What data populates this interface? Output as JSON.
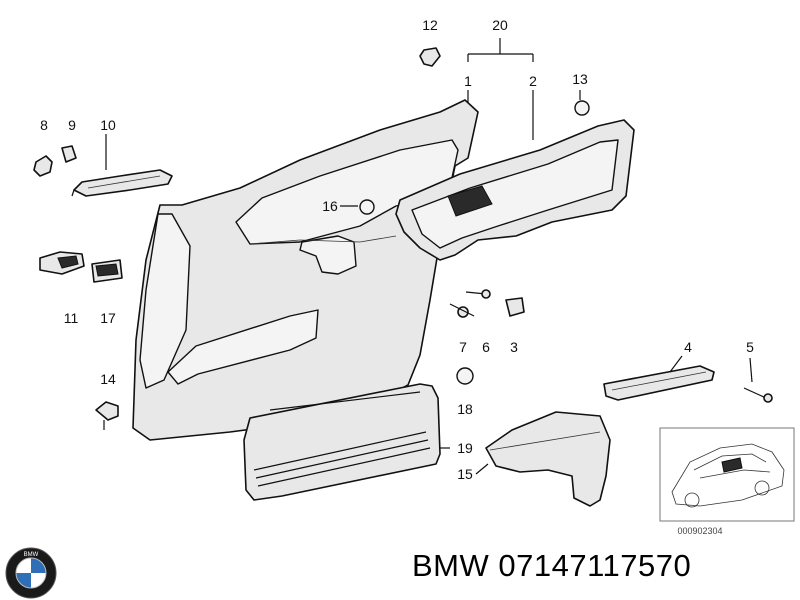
{
  "callouts": [
    "1",
    "2",
    "3",
    "4",
    "5",
    "6",
    "7",
    "8",
    "9",
    "10",
    "11",
    "12",
    "13",
    "14",
    "15",
    "16",
    "17",
    "18",
    "19",
    "20"
  ],
  "inset_ref": "000902304",
  "brand": {
    "make": "BMW",
    "part_number": "07147117570",
    "logo_text": "BMW"
  },
  "colors": {
    "ink": "#111111",
    "part_fill": "#e8e8e8",
    "logo_blue": "#2f6fb7"
  }
}
